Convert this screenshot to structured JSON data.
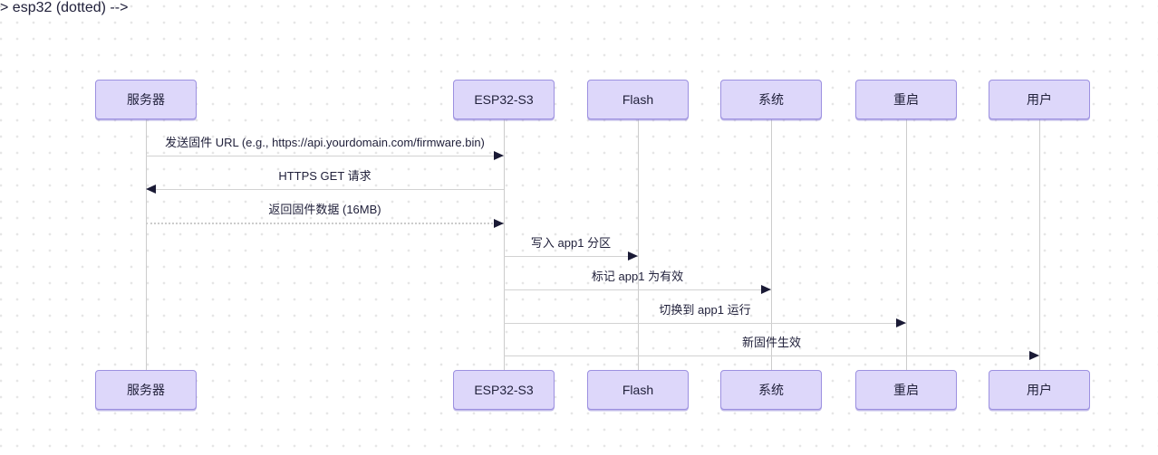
{
  "diagram": {
    "type": "sequence",
    "participants": [
      {
        "id": "server",
        "label": "服务器"
      },
      {
        "id": "esp32",
        "label": "ESP32-S3"
      },
      {
        "id": "flash",
        "label": "Flash"
      },
      {
        "id": "system",
        "label": "系统"
      },
      {
        "id": "reboot",
        "label": "重启"
      },
      {
        "id": "user",
        "label": "用户"
      }
    ],
    "messages": [
      {
        "from": "server",
        "to": "esp32",
        "style": "solid",
        "text": "发送固件 URL (e.g., https://api.yourdomain.com/firmware.bin)"
      },
      {
        "from": "esp32",
        "to": "server",
        "style": "solid",
        "text": "HTTPS GET 请求"
      },
      {
        "from": "server",
        "to": "esp32",
        "style": "dotted",
        "text": "返回固件数据 (16MB)"
      },
      {
        "from": "esp32",
        "to": "flash",
        "style": "solid",
        "text": "写入 app1 分区"
      },
      {
        "from": "esp32",
        "to": "system",
        "style": "solid",
        "text": "标记 app1 为有效"
      },
      {
        "from": "esp32",
        "to": "reboot",
        "style": "solid",
        "text": "切换到 app1 运行"
      },
      {
        "from": "esp32",
        "to": "user",
        "style": "solid",
        "text": "新固件生效"
      }
    ]
  },
  "colors": {
    "background": "#FFFFFF",
    "grid_dot": "#E6E6E6",
    "actor_fill": "#DDD7FA",
    "actor_border": "#9C90E0",
    "lifeline": "#CCCCCC",
    "message_line": "#D2D2D2",
    "arrowhead": "#1A1A35",
    "text": "#21213B"
  }
}
